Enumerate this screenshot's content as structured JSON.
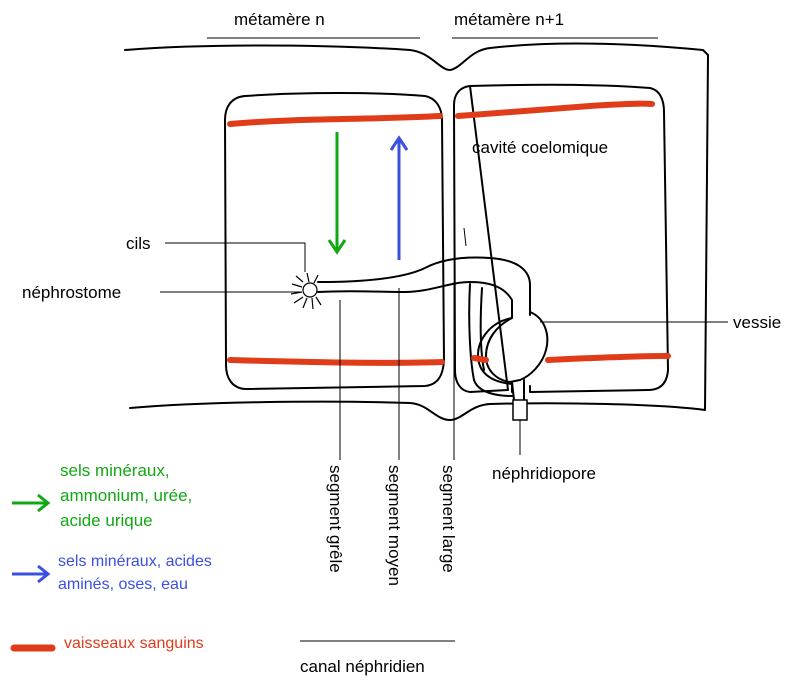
{
  "labels": {
    "metamere_n": "métamère n",
    "metamere_n1": "métamère n+1",
    "cavite": "cavité coelomique",
    "cils": "cils",
    "nephrostome": "néphrostome",
    "vessie": "vessie",
    "nephridiopore": "néphridiopore",
    "segment_grele": "segment grêle",
    "segment_moyen": "segment moyen",
    "segment_large": "segment large",
    "canal": "canal néphridien"
  },
  "legend": {
    "green_line1": "sels minéraux,",
    "green_line2": "ammonium, urée,",
    "green_line3": "acide urique",
    "blue_line1": "sels minéraux, acides",
    "blue_line2": "aminés, oses, eau",
    "red": "vaisseaux sanguins"
  },
  "colors": {
    "green": "#12a812",
    "blue": "#3b4fe0",
    "red": "#e03c1a"
  }
}
